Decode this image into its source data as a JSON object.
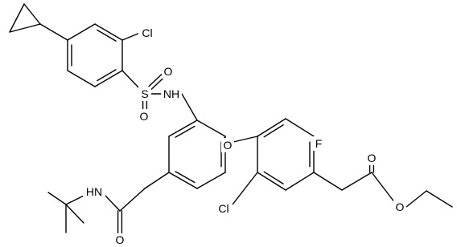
{
  "molecule": {
    "atom_labels": {
      "cl_top": "Cl",
      "s": "S",
      "o_s1": "O",
      "o_s2": "O",
      "nh_sulfonamide": "NH",
      "o_ether": "O",
      "f": "F",
      "o_carbonyl_ester": "O",
      "o_ester": "O",
      "hn_amide": "HN",
      "o_amide": "O",
      "cl_bottom": "Cl"
    }
  }
}
